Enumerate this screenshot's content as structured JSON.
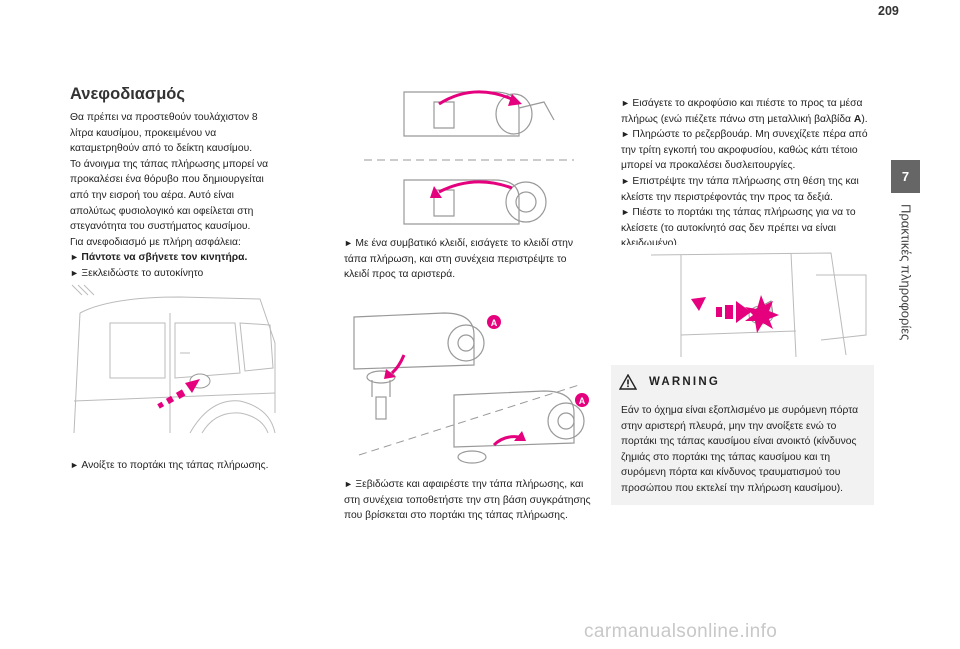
{
  "page_number": "209",
  "chapter": {
    "number": "7",
    "title": "Πρακτικές πληροφορίες"
  },
  "column1": {
    "heading": "Ανεφοδιασμός",
    "paragraph1": "Θα πρέπει να προστεθούν τουλάχιστον 8 λίτρα καυσίμου, προκειμένου να καταμετρηθούν από το δείκτη καυσίμου.",
    "paragraph2": "Το άνοιγμα της τάπας πλήρωσης μπορεί να προκαλέσει ένα θόρυβο που δημιουργείται από την εισροή του αέρα. Αυτό είναι απολύτως φυσιολογικό και οφείλεται στη στεγανότητα του συστήματος καυσίμου.",
    "paragraph3": "Για ανεφοδιασμό με πλήρη ασφάλεια:",
    "bullet1": "Πάντοτε να σβήνετε τον κινητήρα.",
    "bullet2": "Ξεκλειδώστε το αυτοκίνητο χρησιμοποιώντας το Smart Entry & Start.",
    "caption": "Ανοίξτε το πορτάκι της τάπας πλήρωσης."
  },
  "column2": {
    "bullet_key": "Με ένα συμβατικό κλειδί, εισάγετε το κλειδί στην τάπα πλήρωση, και στη συνέχεια περιστρέψτε το κλειδί προς τα αριστερά.",
    "label_a": "A",
    "caption": "Ξεβιδώστε και αφαιρέστε την τάπα πλήρωσης, και στη συνέχεια τοποθετήστε την στη βάση συγκράτησης που βρίσκεται στο πορτάκι της τάπας πλήρωσης."
  },
  "column3": {
    "bullet1_text": "Εισάγετε το ακροφύσιο και πιέστε το προς τα μέσα πλήρως (ενώ πιέζετε πάνω στη μεταλλική βαλβίδα ",
    "bullet1_bold": "A",
    "bullet1_end": ").",
    "bullet2": "Πληρώστε το ρεζερβουάρ. Μη συνεχίζετε πέρα από την τρίτη εγκοπή του ακροφυσίου, καθώς κάτι τέτοιο μπορεί να προκαλέσει δυσλειτουργίες.",
    "bullet3": "Επιστρέψτε την τάπα πλήρωσης στη θέση της και κλείστε την περιστρέφοντάς την προς τα δεξιά.",
    "bullet4": "Πιέστε το πορτάκι της τάπας πλήρωσης για να το κλείσετε (το αυτοκίνητό σας δεν πρέπει να είναι κλειδωμένο)."
  },
  "warning": {
    "title": "WARNING",
    "text": "Εάν το όχημα είναι εξοπλισμένο με συρόμενη πόρτα στην αριστερή πλευρά, μην την ανοίξετε ενώ το πορτάκι της τάπας καυσίμου είναι ανοικτό (κίνδυνος ζημιάς στο πορτάκι της τάπας καυσίμου και τη συρόμενη πόρτα και κίνδυνος τραυματισμού του προσώπου που εκτελεί την πλήρωση καυσίμου)."
  },
  "watermark": "carmanualsonline.info",
  "colors": {
    "accent_magenta": "#e5007e",
    "tab_gray": "#666666",
    "warning_bg": "#f2f2f2"
  }
}
